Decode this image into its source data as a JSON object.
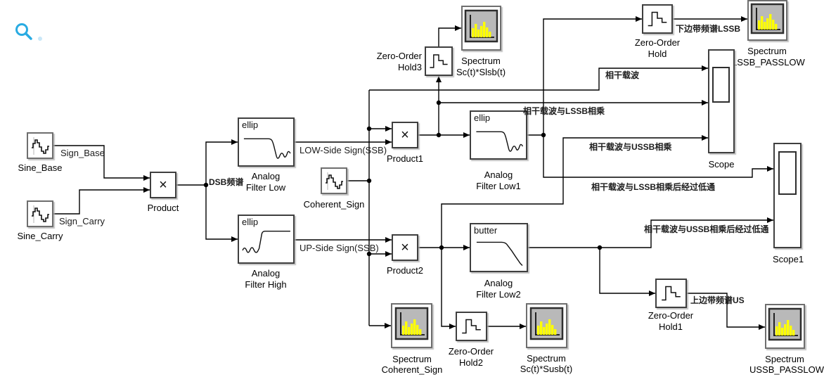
{
  "app": {
    "name": "Simulink model canvas"
  },
  "colors": {
    "background": "#ffffff",
    "wire": "#000000",
    "block_border": "#3f3f3f",
    "spectrum_bars": "#ffff00",
    "spectrum_screen": "#b9b9b9",
    "search_icon": "#29abe2"
  },
  "blocks": {
    "sine_base": {
      "label": "Sine_Base",
      "icon": "sine-wave"
    },
    "sine_carry": {
      "label": "Sine_Carry",
      "icon": "sine-wave"
    },
    "coherent_sign": {
      "label": "Coherent_Sign",
      "icon": "sine-wave"
    },
    "product": {
      "label": "Product",
      "symbol": "×"
    },
    "product1": {
      "label": "Product1",
      "symbol": "×"
    },
    "product2": {
      "label": "Product2",
      "symbol": "×"
    },
    "analog_filter_low": {
      "line1": "Analog",
      "line2": "Filter Low",
      "method": "ellip",
      "icon": "lowpass-curve"
    },
    "analog_filter_high": {
      "line1": "Analog",
      "line2": "Filter High",
      "method": "ellip",
      "icon": "highpass-curve"
    },
    "analog_filter_low1": {
      "line1": "Analog",
      "line2": "Filter Low1",
      "method": "ellip",
      "icon": "lowpass-curve"
    },
    "analog_filter_low2": {
      "line1": "Analog",
      "line2": "Filter Low2",
      "method": "butter",
      "icon": "lowpass-curve"
    },
    "zero_order_hold": {
      "line1": "Zero-Order",
      "line2": "Hold",
      "icon": "staircase"
    },
    "zero_order_hold1": {
      "line1": "Zero-Order",
      "line2": "Hold1",
      "icon": "staircase"
    },
    "zero_order_hold2": {
      "line1": "Zero-Order",
      "line2": "Hold2",
      "icon": "staircase"
    },
    "zero_order_hold3": {
      "line1": "Zero-Order",
      "line2": "Hold3",
      "icon": "staircase"
    },
    "spectrum_slsb": {
      "line1": "Spectrum",
      "line2": "Sc(t)*Slsb(t)",
      "icon": "spectrum-display"
    },
    "spectrum_susb": {
      "line1": "Spectrum",
      "line2": "Sc(t)*Susb(t)",
      "icon": "spectrum-display"
    },
    "spectrum_coherent": {
      "line1": "Spectrum",
      "line2": "Coherent_Sign",
      "icon": "spectrum-display"
    },
    "spectrum_lssb_passlow": {
      "line1": "Spectrum",
      "line2": "LSSB_PASSLOW",
      "icon": "spectrum-display"
    },
    "spectrum_ussb_passlow": {
      "line1": "Spectrum",
      "line2": "USSB_PASSLOW",
      "icon": "spectrum-display"
    },
    "scope": {
      "label": "Scope",
      "icon": "scope-display"
    },
    "scope1": {
      "label": "Scope1",
      "icon": "scope-display"
    }
  },
  "signal_labels": {
    "sign_base": "Sign_Base",
    "sign_carry": "Sign_Carry",
    "dsb_spectrum": "DSB频谱",
    "low_side": "LOW-Side Sign(SSB)",
    "up_side": "UP-Side Sign(SSB)",
    "coherent_carrier": "相干载波",
    "carrier_times_lssb": "相干载波与LSSB相乘",
    "carrier_times_ussb": "相干载波与USSB相乘",
    "carrier_lssb_lowpass": "相干载波与LSSB相乘后经过低通",
    "carrier_ussb_lowpass": "相干载波与USSB相乘后经过低通",
    "lssb_band_spectrum": "下边带频谱LSSB",
    "ussb_band_spectrum": "上边带频谱US"
  }
}
